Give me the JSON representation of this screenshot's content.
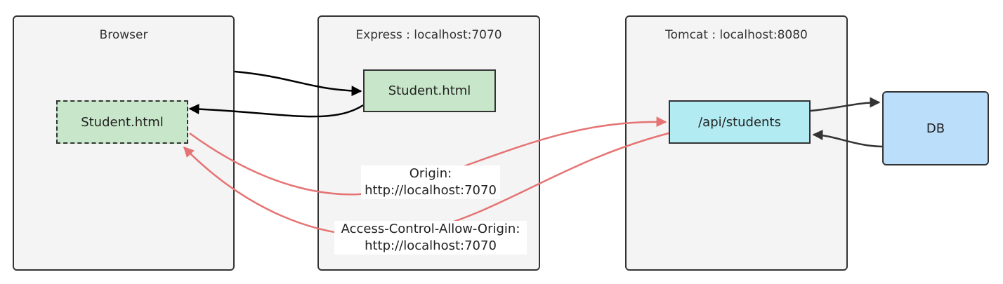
{
  "panels": {
    "browser": "Browser",
    "express": "Express : localhost:7070",
    "tomcat": "Tomcat : localhost:8080"
  },
  "nodes": {
    "browser_student": "Student.html",
    "express_student": "Student.html",
    "api": "/api/students",
    "db": "DB"
  },
  "edge_labels": {
    "origin_line1": "Origin:",
    "origin_line2": "http://localhost:7070",
    "acao_line1": "Access-Control-Allow-Origin:",
    "acao_line2": "http://localhost:7070"
  },
  "colors": {
    "panel_bg": "#f4f4f4",
    "html_node": "#c8e6c9",
    "api_node": "#b2ebf2",
    "db_node": "#bbdefb",
    "cors_arrow": "#e57373"
  }
}
